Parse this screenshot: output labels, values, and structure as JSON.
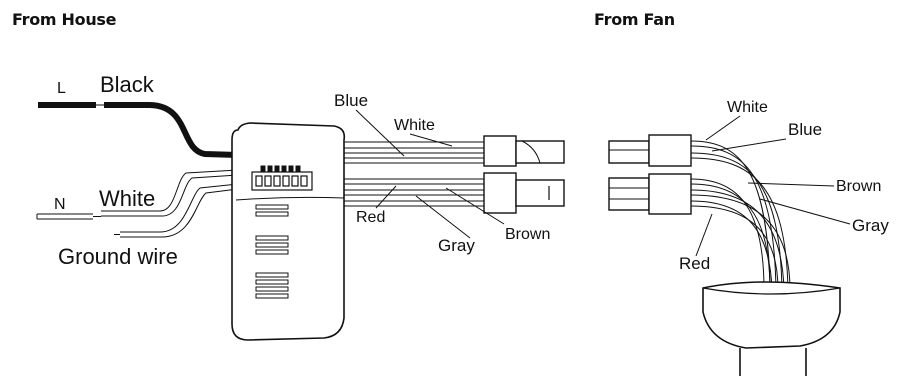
{
  "headings": {
    "house": "From House",
    "fan": "From Fan"
  },
  "house_labels": {
    "l": "L",
    "black": "Black",
    "n": "N",
    "white": "White",
    "ground": "Ground wire"
  },
  "receiver_labels": {
    "blue": "Blue",
    "white": "White",
    "red": "Red",
    "gray": "Gray",
    "brown": "Brown"
  },
  "fan_labels": {
    "white": "White",
    "blue": "Blue",
    "brown": "Brown",
    "gray": "Gray",
    "red": "Red"
  }
}
